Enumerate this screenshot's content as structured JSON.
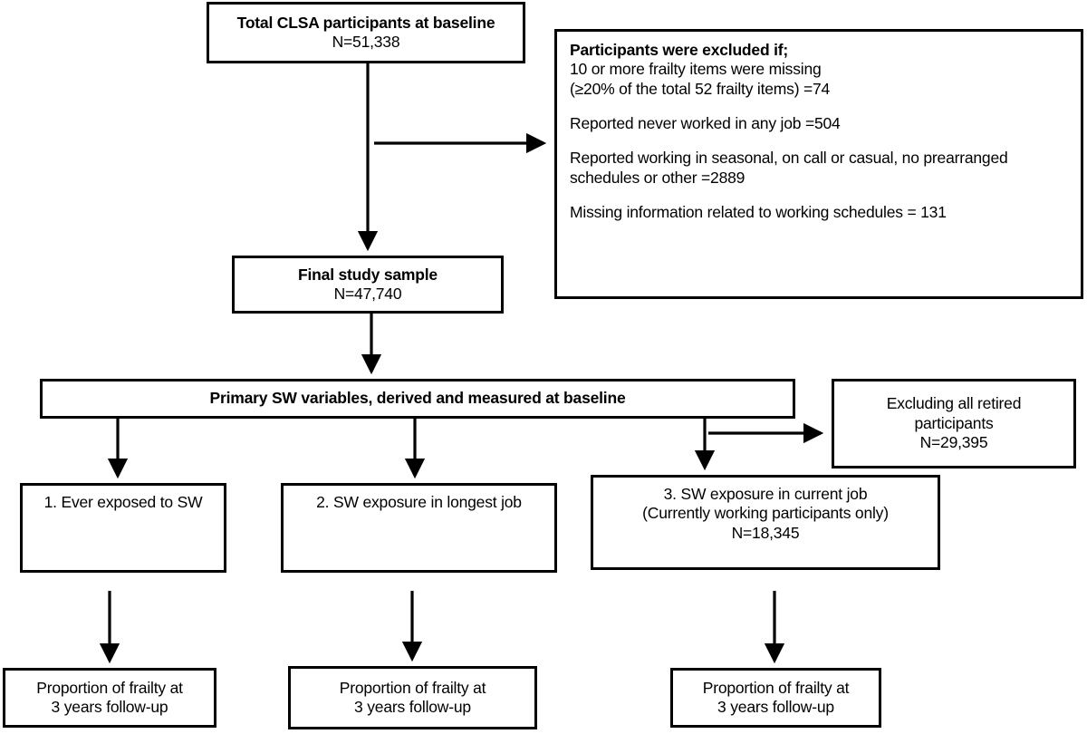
{
  "diagram": {
    "title": "CLSA shift work and frailty study participant flow diagram",
    "stroke_color": "#000000",
    "background_color": "#ffffff"
  },
  "nodes": {
    "total_participants": {
      "heading": "Total CLSA participants at baseline",
      "count": "N=51,338"
    },
    "exclusions": {
      "heading": "Participants were excluded if;",
      "line1": "10 or more frailty items were missing",
      "line2": "(≥20% of the total 52 frailty items) =74",
      "line3": "Reported never worked in any job =504",
      "line4": "Reported working in seasonal, on call or casual, no prearranged",
      "line5": "schedules or other =2889",
      "line6": "Missing information related to working schedules = 131"
    },
    "final_sample": {
      "heading": "Final study sample",
      "count": "N=47,740"
    },
    "primary_variables": {
      "heading": "Primary SW variables, derived and measured at baseline"
    },
    "retired_excluded": {
      "line1": "Excluding all retired",
      "line2": "participants",
      "count": "N=29,395"
    },
    "exposure_1": {
      "label": "1. Ever exposed to SW"
    },
    "exposure_2": {
      "label": "2. SW exposure in longest job"
    },
    "exposure_3": {
      "line1": "3. SW exposure in current job",
      "line2": "(Currently working participants only)",
      "count": "N=18,345"
    },
    "outcome_1": {
      "line1": "Proportion of frailty at",
      "line2": "3 years follow-up"
    },
    "outcome_2": {
      "line1": "Proportion of frailty at",
      "line2": "3 years follow-up"
    },
    "outcome_3": {
      "line1": "Proportion of frailty at",
      "line2": "3 years follow-up"
    }
  }
}
